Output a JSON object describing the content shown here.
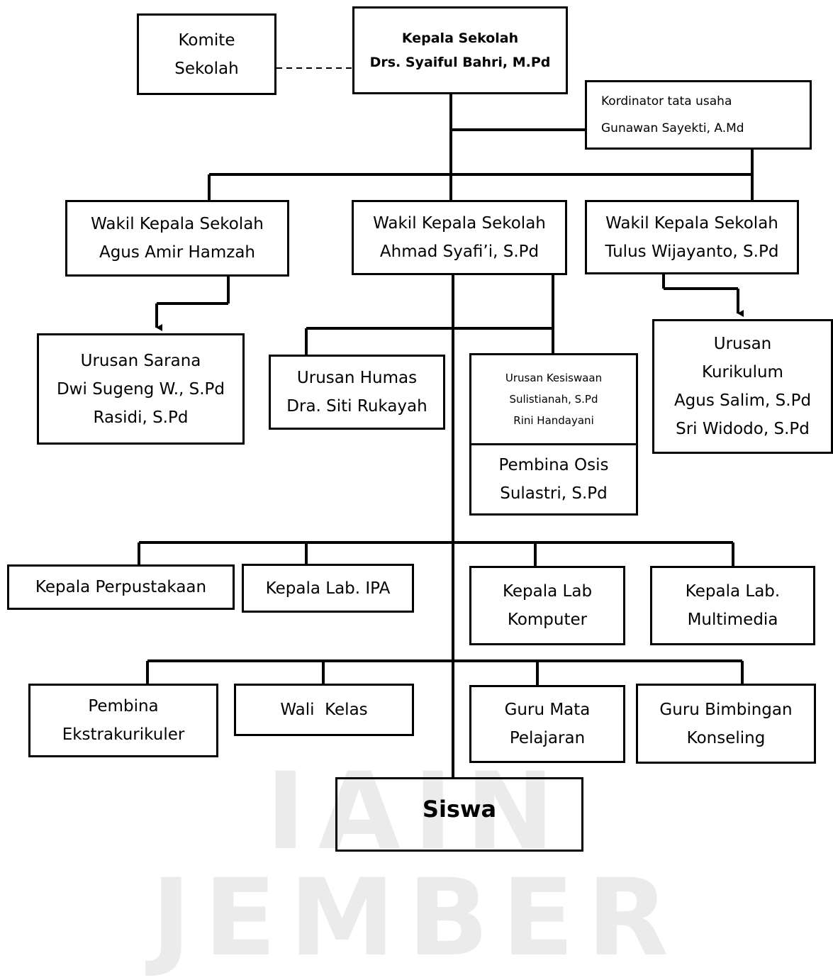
{
  "watermark": {
    "text": "IAIN JEMBER"
  },
  "boxes": {
    "komite": {
      "lines": [
        "Komite",
        "Sekolah"
      ]
    },
    "kepala": {
      "lines": [
        "Kepala Sekolah",
        "Drs. Syaiful Bahri, M.Pd"
      ]
    },
    "tata_usaha": {
      "lines": [
        "Kordinator tata usaha",
        "Gunawan Sayekti, A.Md"
      ]
    },
    "wakil1": {
      "lines": [
        "Wakil Kepala Sekolah",
        "Agus Amir Hamzah"
      ]
    },
    "wakil2": {
      "lines": [
        "Wakil Kepala Sekolah",
        "Ahmad Syafi’i, S.Pd"
      ]
    },
    "wakil3": {
      "lines": [
        "Wakil Kepala Sekolah",
        "Tulus Wijayanto, S.Pd"
      ]
    },
    "sarana": {
      "lines": [
        "Urusan Sarana",
        "Dwi Sugeng W., S.Pd",
        "Rasidi, S.Pd"
      ]
    },
    "humas": {
      "lines": [
        "Urusan Humas",
        "Dra. Siti Rukayah"
      ]
    },
    "kesiswaan": {
      "lines": [
        "Urusan Kesiswaan",
        "Sulistianah, S.Pd",
        "Rini Handayani"
      ]
    },
    "osis": {
      "lines": [
        "Pembina Osis",
        "Sulastri, S.Pd"
      ]
    },
    "kurikulum": {
      "lines": [
        "Urusan",
        "Kurikulum",
        "Agus Salim, S.Pd",
        "Sri Widodo, S.Pd"
      ]
    },
    "perpustakaan": {
      "lines": [
        "Kepala Perpustakaan"
      ]
    },
    "lab_ipa": {
      "lines": [
        "Kepala Lab. IPA"
      ]
    },
    "lab_komputer": {
      "lines": [
        "Kepala Lab",
        "Komputer"
      ]
    },
    "lab_multimedia": {
      "lines": [
        "Kepala Lab.",
        "Multimedia"
      ]
    },
    "ekstrakurikuler": {
      "lines": [
        "Pembina",
        "Ekstrakurikuler"
      ]
    },
    "wali_kelas": {
      "lines": [
        "Wali  Kelas"
      ]
    },
    "guru_mapel": {
      "lines": [
        "Guru Mata",
        "Pelajaran"
      ]
    },
    "guru_bk": {
      "lines": [
        "Guru Bimbingan",
        "Konseling"
      ]
    },
    "siswa": {
      "lines": [
        "Siswa"
      ]
    }
  }
}
